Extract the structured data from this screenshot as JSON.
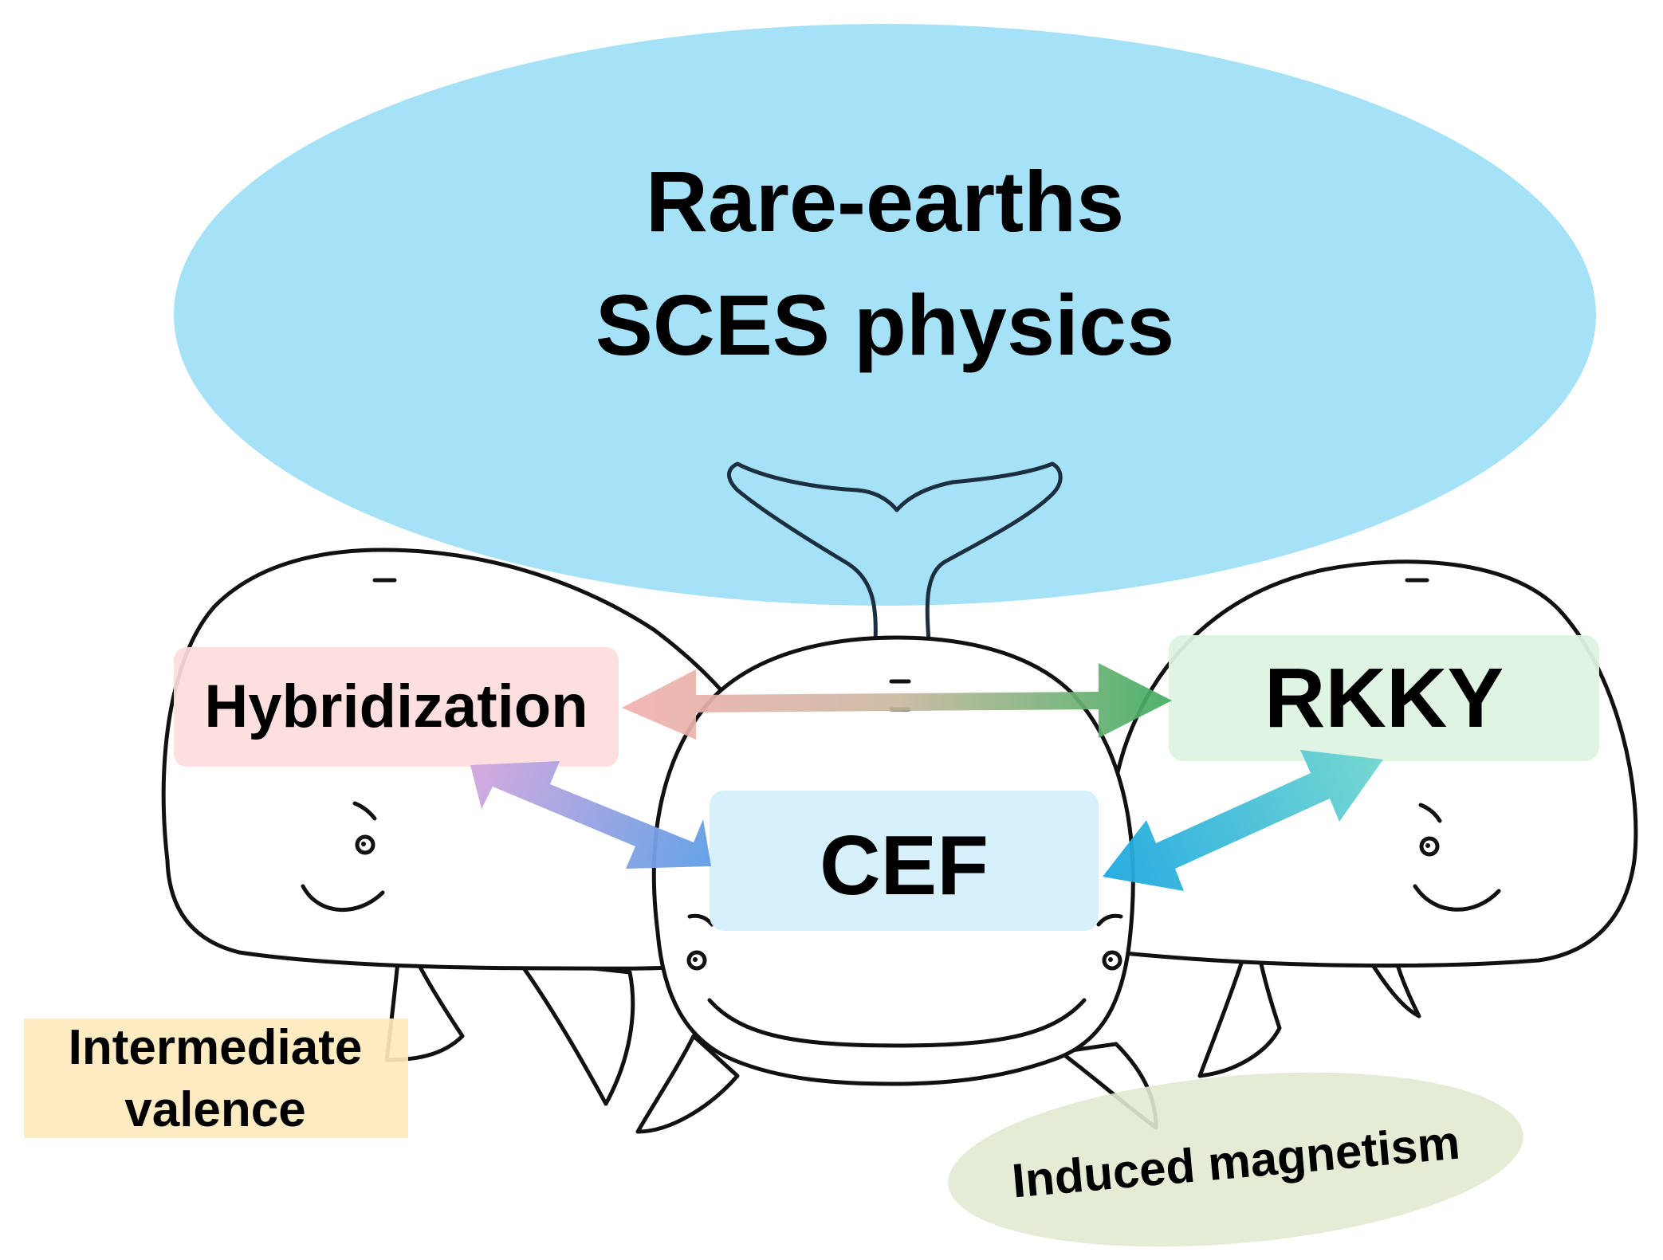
{
  "title": {
    "line1": "Rare-earths",
    "line2": "SCES physics"
  },
  "concepts": {
    "hybridization": "Hybridization",
    "rkky": "RKKY",
    "cef": "CEF"
  },
  "phenomena": {
    "intermediate_valence_line1": "Intermediate",
    "intermediate_valence_line2": "valence",
    "induced_magnetism": "Induced magnetism"
  },
  "colors": {
    "cloud": "#a6e2f7",
    "hybridization_box": "#fddcdd",
    "rkky_box": "#def3e3",
    "cef_box": "#d4f0fb",
    "intermediate_valence_box": "#fde9bd",
    "induced_magnetism_ellipse": "#e1ead0",
    "arrow_pink": "#f3b0ae",
    "arrow_green": "#3fad5f",
    "arrow_purple": "#c3a6de",
    "arrow_blue": "#5e9ee6",
    "arrow_teal": "#62d3cf",
    "arrow_cyan": "#1da8e0",
    "whale_outline": "#111111",
    "tail_outline": "#1c2f40"
  }
}
